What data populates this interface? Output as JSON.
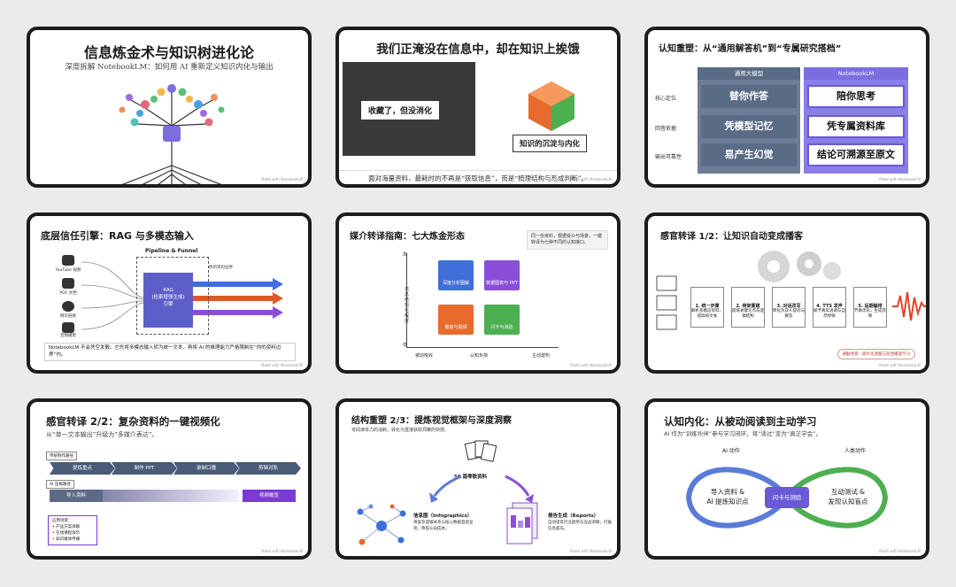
{
  "footer": "Made with NotebookLM",
  "colors": {
    "card_border": "#1c1c1c",
    "accent_purple": "#6a5ad8",
    "slate": "#5a6b85",
    "orange": "#e76b2c",
    "green": "#4caf50"
  },
  "slide1": {
    "title": "信息炼金术与知识树进化论",
    "subtitle": "深度拆解 NotebookLM：如何用 AI 重新定义知识内化与输出"
  },
  "slide2": {
    "title": "我们正淹没在信息中，却在知识上挨饿",
    "left_callout": "收藏了，但没消化",
    "right_callout": "知识的沉淀与内化",
    "caption": "面对海量资料，最耗时的不再是“获取信息”，而是“梳理结构与形成判断”。"
  },
  "slide3": {
    "title": "认知重塑：从“通用解答机”到“专属研究搭档”",
    "col_a": "通用大模型",
    "col_b": "NotebookLM",
    "rows": [
      {
        "label": "核心定位",
        "a": "替你作答",
        "b": "陪你思考"
      },
      {
        "label": "回答依据",
        "a": "凭模型记忆",
        "b": "凭专属资料库"
      },
      {
        "label": "输出可靠性",
        "a": "易产生幻觉",
        "b": "结论可溯源至原文"
      }
    ]
  },
  "slide4": {
    "title": "底层信任引擎：RAG 与多模态输入",
    "pipeline": "Pipeline & Funnel",
    "boundary": "你的资料边界",
    "engine_line1": "RAG",
    "engine_line2": "(检索增强生成)",
    "engine_line3": "引擎",
    "sources": [
      "YouTube 视频",
      "PDF 文档",
      "网页链接",
      "音频播客"
    ],
    "note": "NotebookLM 不会凭空发散。它先将多模态输入转为统一文本，再将 AI 的推理能力严格限制在“你的资料边界”内。"
  },
  "slide5": {
    "title": "媒介转译指南：七大炼金形态",
    "tip": "同一份资料，根据受众与场景，一键转译为七种不同的认知接口。",
    "y_high": "高",
    "y_low": "低",
    "y_label": "信息结构化程度",
    "x_labels": [
      "被动吸收",
      "认知负荷",
      "主动建构"
    ],
    "quadrants": [
      "深度分析图解",
      "数据图表与 PPT",
      "播客与视频",
      "闪卡与测验"
    ]
  },
  "slide6": {
    "title": "感官转译 1/2：让知识自动变成播客",
    "steps": [
      {
        "h": "1. 统一步骤",
        "d": "解析多模态资料，提取纯文本"
      },
      {
        "h": "2. 骨架重建",
        "d": "提炼关键论点与逻辑结构"
      },
      {
        "h": "3. 对话改写",
        "d": "转化为双人提问与解答"
      },
      {
        "h": "4. TTS 发声",
        "d": "赋予真实语调与自然停顿"
      },
      {
        "h": "5. 后期编排",
        "d": "节奏优化，生成音频"
      }
    ],
    "chip": "通勤场景：碎片化温酿与反刍播放学习"
  },
  "slide7": {
    "title": "感官转译 2/2：复杂资料的一键视频化",
    "subtitle": "从“单一文本输出”升级为“多媒介表达”。",
    "lane1": "传统制作路径",
    "lane2": "AI 压缩路径",
    "traditional": [
      "提炼重点",
      "制作 PPT",
      "录制口播",
      "剪辑对轨"
    ],
    "input": "导入资料",
    "output": "视频概览",
    "apps_title": "应用场景：",
    "apps": [
      "产品方案演解",
      "在线课程演示",
      "知识媒体传播"
    ]
  },
  "slide8": {
    "title": "结构重塑 2/3：提炼视觉框架与深度洞察",
    "subtitle": "将阅读体力的消耗，转化为直接获取洞察的快感。",
    "docs": "50 篇零散资料",
    "info_title": "信息图（Infographics）",
    "info_desc": "将复杂逻辑关系与核心数据直观呈现，降低认知成本。",
    "rep_title": "报告生成（Reports）",
    "rep_desc": "自动提炼行业趋势与竞品洞察，打破信息孤岛。"
  },
  "slide9": {
    "title": "认知内化：从被动阅读到主动学习",
    "subtitle": "AI 作为“训练伙伴”参与学习闭环，将“读过”变为“真正学会”。",
    "ai_label": "AI 动作",
    "human_label": "人类动作",
    "left": "导入资料 &\nAI 提炼知识点",
    "center": "闪卡与测验",
    "right": "互动测试 &\n发现认知盲点"
  }
}
